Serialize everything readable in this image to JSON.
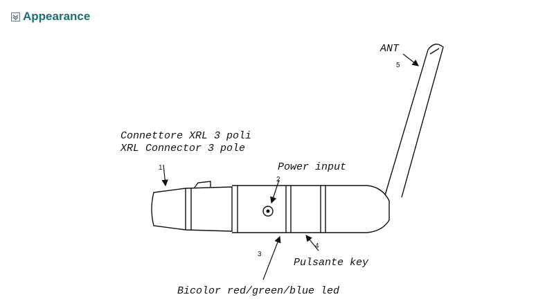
{
  "header": {
    "title": "Appearance",
    "icon": "collapse-icon"
  },
  "labels": {
    "ant": "ANT",
    "connector_it": "Connettore XRL 3 poli",
    "connector_en": "XRL Connector 3 pole",
    "power_input": "Power input",
    "pulsante_key": "Pulsante key",
    "led": "Bicolor red/green/blue led"
  },
  "callouts": {
    "n1": "1",
    "n2": "2",
    "n3": "3",
    "n4": "4",
    "n5": "5"
  }
}
